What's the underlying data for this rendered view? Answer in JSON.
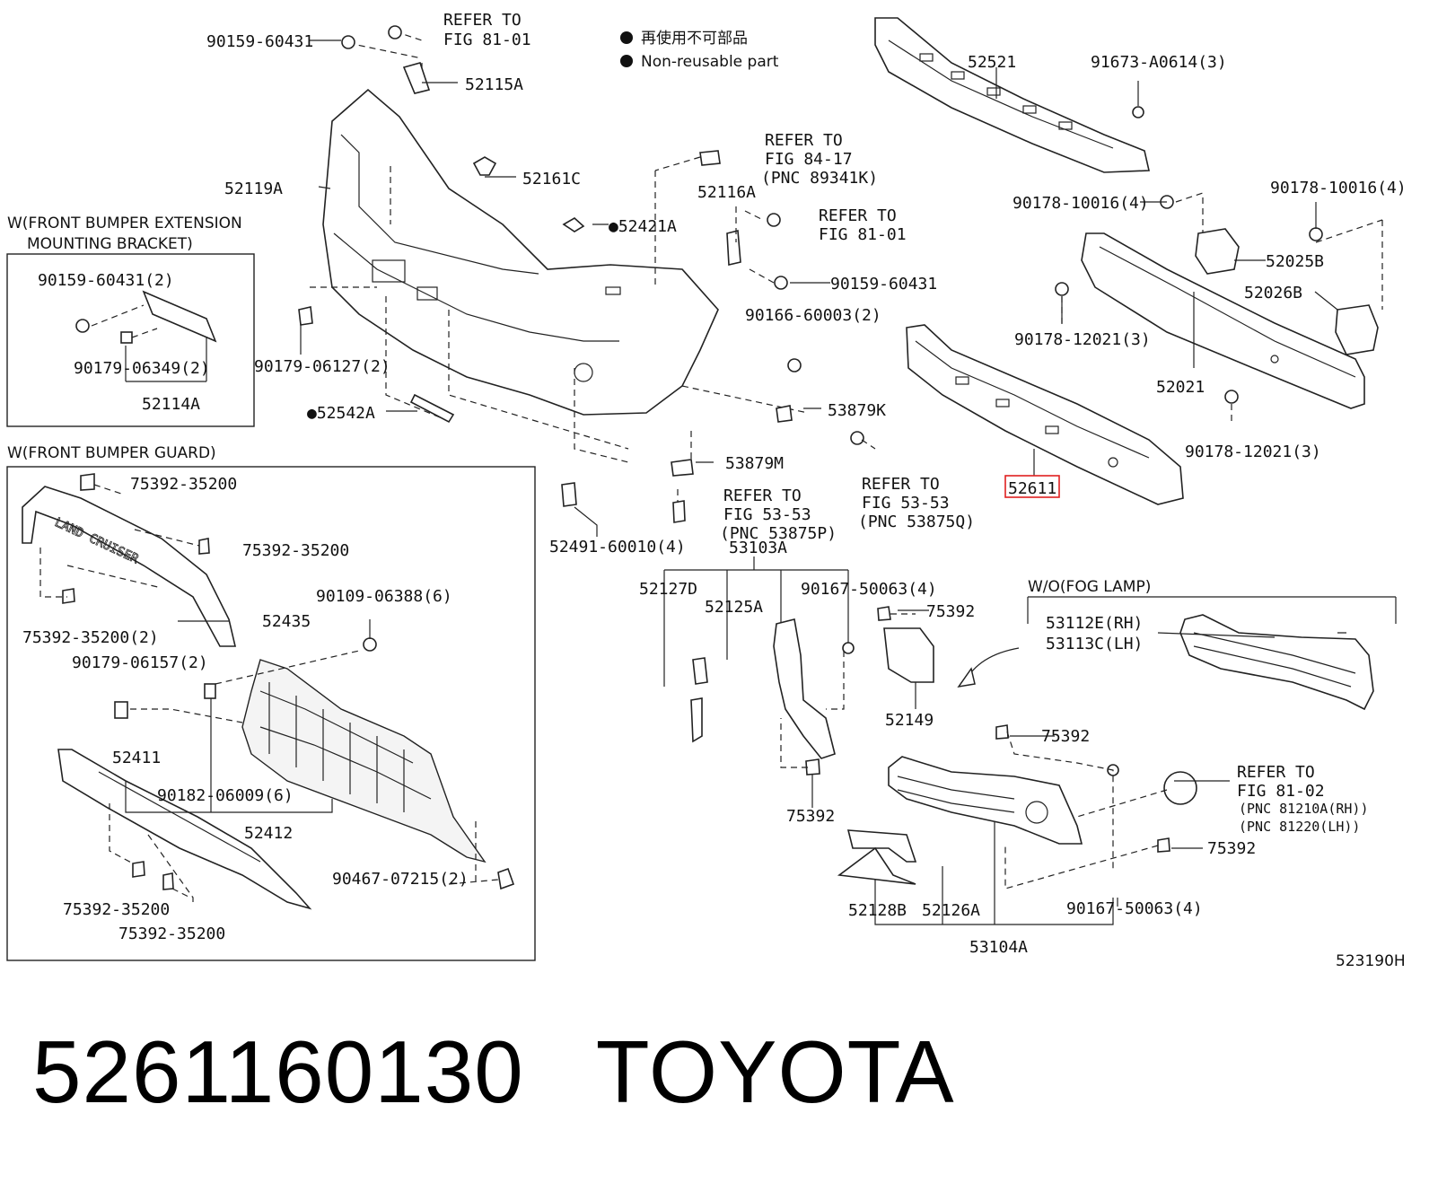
{
  "legend": {
    "jp": "再使用不可部品",
    "en": "Non-reusable part"
  },
  "boxes": {
    "extension_bracket": "W(FRONT BUMPER EXTENSION\n  MOUNTING BRACKET)",
    "bumper_guard": "W(FRONT BUMPER GUARD)",
    "fog_lamp": "W/O(FOG LAMP)"
  },
  "labels": {
    "l_90159_60431_top": "90159-60431",
    "l_refer_8101_a": "REFER TO\nFIG 81-01",
    "l_52115A": "52115A",
    "l_52119A": "52119A",
    "l_52161C": "52161C",
    "l_refer_8417": "REFER TO\nFIG 84-17\n(PNC 89341K)",
    "l_52116A": "52116A",
    "l_refer_8101_b": "REFER TO\nFIG 81-01",
    "l_52421A": "●52421A",
    "l_90159_60431_mid": "90159-60431",
    "l_90166_60003": "90166-60003(2)",
    "l_90179_06127": "90179-06127(2)",
    "l_52542A": "●52542A",
    "l_53879K": "53879K",
    "l_53879M": "53879M",
    "l_refer_5353_q": "REFER TO\nFIG 53-53\n(PNC 53875Q)",
    "l_refer_5353_p": "REFER TO\nFIG 53-53\n(PNC 53875P)",
    "l_52491": "52491-60010(4)",
    "l_53103A": "53103A",
    "l_52127D": "52127D",
    "l_52125A": "52125A",
    "l_90167_50063_a": "90167-50063(4)",
    "l_75392_a": "75392",
    "l_52149": "52149",
    "l_75392_b": "75392",
    "l_75392_c": "75392",
    "l_75392_d": "75392",
    "l_53112E": "53112E(RH)",
    "l_53113C": "53113C(LH)",
    "l_refer_8102": "REFER TO\nFIG 81-02",
    "l_pnc_81210A": "(PNC 81210A(RH))",
    "l_pnc_81220": "(PNC 81220(LH))",
    "l_52128B": "52128B",
    "l_52126A": "52126A",
    "l_53104A": "53104A",
    "l_90167_50063_b": "90167-50063(4)",
    "l_52521": "52521",
    "l_91673": "91673-A0614(3)",
    "l_90178_10016_a": "90178-10016(4)",
    "l_90178_10016_b": "90178-10016(4)",
    "l_52025B": "52025B",
    "l_52026B": "52026B",
    "l_90178_12021_a": "90178-12021(3)",
    "l_52021": "52021",
    "l_90178_12021_b": "90178-12021(3)",
    "l_52611": "52611",
    "l_90159_60431_2": "90159-60431(2)",
    "l_90179_06349": "90179-06349(2)",
    "l_52114A": "52114A",
    "l_75392_35200_a": "75392-35200",
    "l_75392_35200_b": "75392-35200",
    "l_75392_35200_c": "75392-35200(2)",
    "l_52435": "52435",
    "l_90109_06388": "90109-06388(6)",
    "l_90179_06157": "90179-06157(2)",
    "l_52411": "52411",
    "l_90182_06009": "90182-06009(6)",
    "l_52412": "52412",
    "l_90467_07215": "90467-07215(2)",
    "l_75392_35200_d": "75392-35200",
    "l_75392_35200_e": "75392-35200",
    "l_land_cruiser": "LAND CRUISER",
    "l_diagram_code": "523190H"
  },
  "highlight_color": "#e02020",
  "footer": {
    "part_number": "5261160130",
    "brand": "TOYOTA"
  }
}
